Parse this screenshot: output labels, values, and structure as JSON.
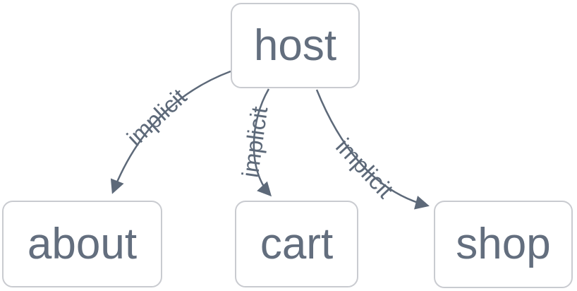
{
  "diagram": {
    "nodes": [
      {
        "id": "host",
        "label": "host"
      },
      {
        "id": "about",
        "label": "about"
      },
      {
        "id": "cart",
        "label": "cart"
      },
      {
        "id": "shop",
        "label": "shop"
      }
    ],
    "edges": [
      {
        "from": "host",
        "to": "about",
        "label": "implicit"
      },
      {
        "from": "host",
        "to": "cart",
        "label": "implicit"
      },
      {
        "from": "host",
        "to": "shop",
        "label": "implicit"
      }
    ],
    "colors": {
      "background": "#ffffff",
      "node_fill": "#ffffff",
      "node_border": "#c9cbd0",
      "node_text": "#636e7e",
      "edge": "#5d6979",
      "edge_label": "#5d6979"
    }
  }
}
